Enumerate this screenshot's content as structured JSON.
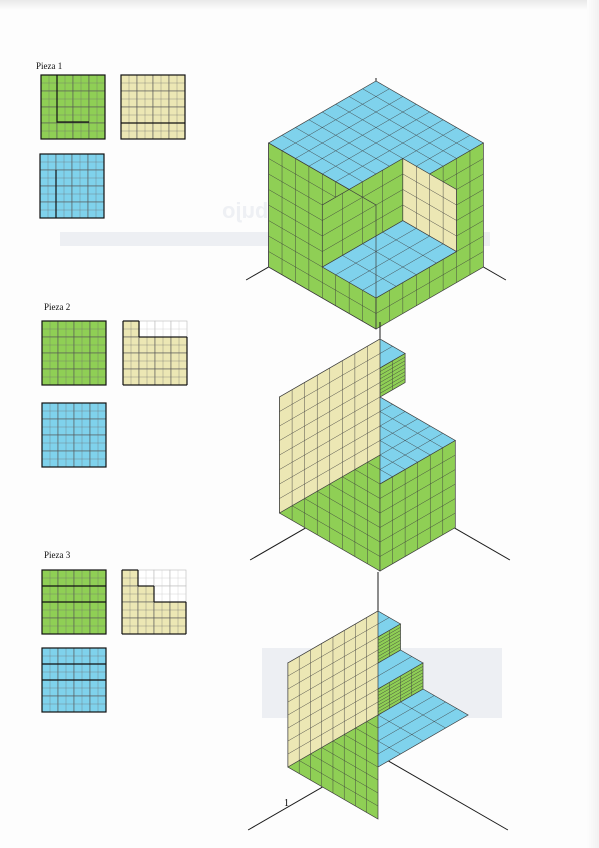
{
  "document": {
    "page_number": "1",
    "show_through_text": [
      "Departamento de Dibujo"
    ],
    "colors": {
      "green": "#8fcf55",
      "beige": "#ece7b4",
      "blue": "#7fd2ec",
      "grid_line": "#4a4a4a",
      "axis": "#1a1a1a"
    }
  },
  "pieces": [
    {
      "label": "Pieza 1",
      "front_view_color": "green",
      "side_view_color": "beige",
      "top_view_color": "blue"
    },
    {
      "label": "Pieza 2",
      "front_view_color": "green",
      "side_view_color": "beige",
      "top_view_color": "blue"
    },
    {
      "label": "Pieza 3",
      "front_view_color": "green",
      "side_view_color": "beige",
      "top_view_color": "blue"
    }
  ]
}
